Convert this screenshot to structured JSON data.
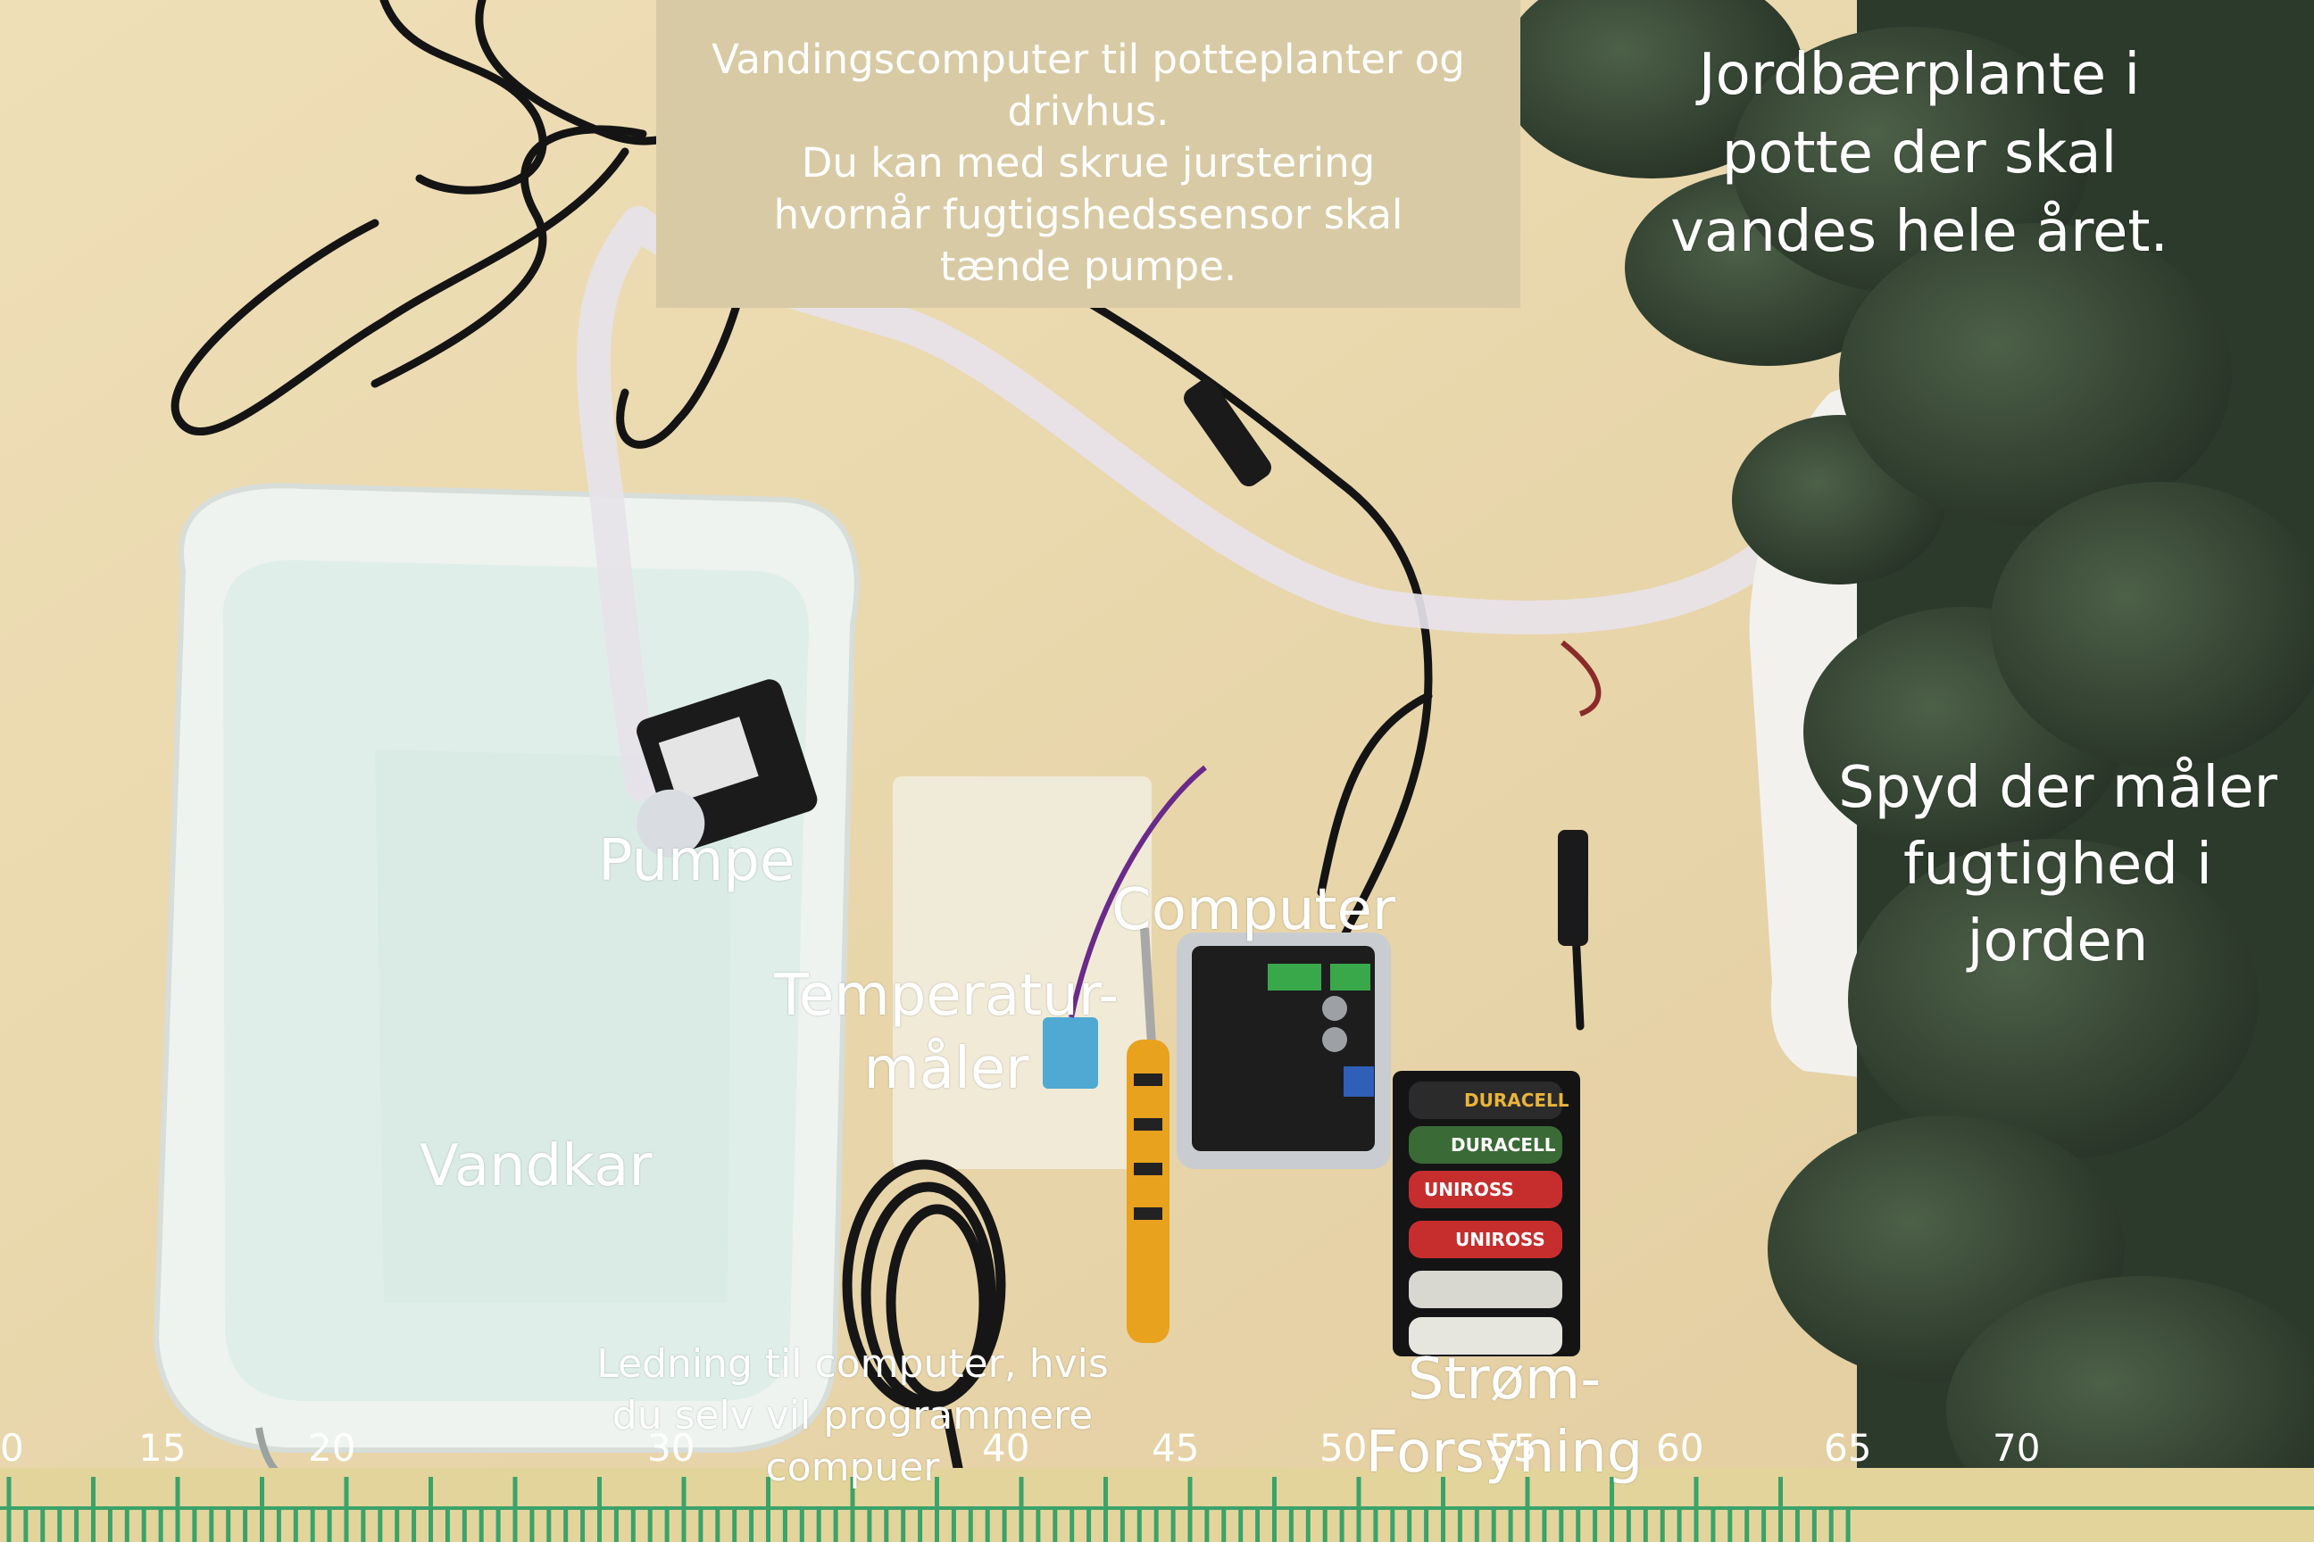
{
  "info_box": {
    "lines": [
      "Vandingscomputer til potteplanter og",
      "drivhus.",
      "Du kan med skrue jurstering",
      "hvornår fugtigshedssensor skal",
      "tænde pumpe."
    ]
  },
  "labels": {
    "strawberry": [
      "Jordbærplante i",
      "potte der skal",
      "vandes hele året."
    ],
    "pump": "Pumpe",
    "computer": "Computer",
    "temperature": [
      "Temperatur-",
      "måler"
    ],
    "water_tank": "Vandkar",
    "sensor": [
      "Spyd der måler",
      "fugtighed i",
      "jorden"
    ],
    "cable": [
      "Ledning til computer, hvis",
      "du selv vil programmere",
      "compuer"
    ],
    "power": [
      "Strøm-",
      "Forsyning"
    ]
  },
  "battery_brands": [
    "DURACELL",
    "DURACELL",
    "UNIROSS",
    "UNIROSS",
    "",
    ""
  ],
  "ruler": [
    "0",
    "15",
    "20",
    "30",
    "40",
    "45",
    "50",
    "55",
    "60",
    "65",
    "70"
  ],
  "colors": {
    "table": "#ead9b0",
    "info_box": "#d8caa4",
    "water": "#dfeee9",
    "plant": "#2c3a2c",
    "label_text": "#ffffff"
  }
}
